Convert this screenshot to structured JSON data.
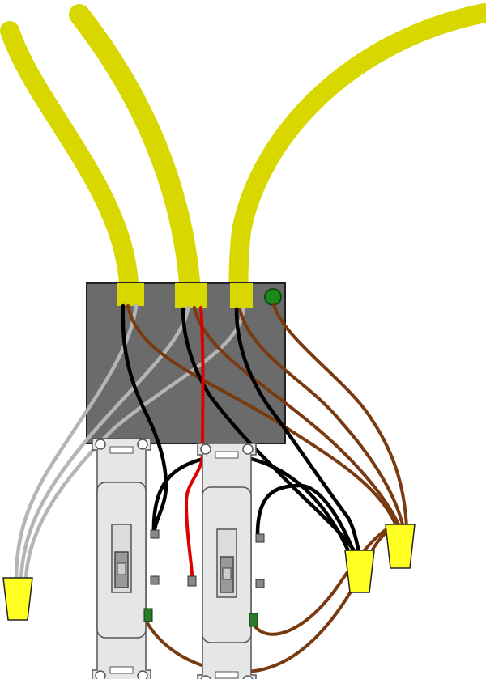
{
  "colors": {
    "cable_sheath": "#d8d800",
    "box_fill": "#6b6b6b",
    "box_outline": "#222222",
    "ground_screw": "#1a8a1a",
    "wire_black": "#000000",
    "wire_white": "#b5b5b5",
    "wire_red": "#dd0000",
    "wire_bare": "#7a3a10",
    "wire_nut": "#ffff22",
    "switch_body": "#e6e6e6",
    "switch_outline": "#555555",
    "terminal_brass": "#888888",
    "terminal_ground": "#2a7a2a"
  },
  "components": {
    "cables": [
      "cable-left",
      "cable-middle",
      "cable-right"
    ],
    "switches": [
      "three-way-switch-left",
      "three-way-switch-right"
    ],
    "wire_nuts": [
      "wire-nut-white-group",
      "wire-nut-black-group",
      "wire-nut-ground-group"
    ]
  }
}
